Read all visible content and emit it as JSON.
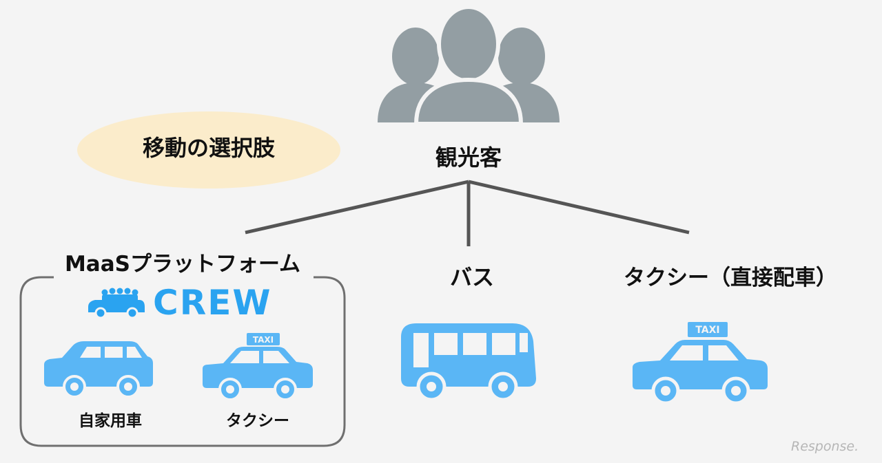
{
  "root": {
    "label": "観光客",
    "icon": "people-group-icon"
  },
  "bubble": {
    "text": "移動の選択肢"
  },
  "options": [
    {
      "label": "MaaSプラットフォーム",
      "brand": "CREW"
    },
    {
      "label": "バス",
      "icon": "bus-icon"
    },
    {
      "label": "タクシー（直接配車）",
      "icon": "taxi-icon",
      "sign": "TAXI"
    }
  ],
  "maas_sub": [
    {
      "label": "自家用車",
      "icon": "car-icon"
    },
    {
      "label": "タクシー",
      "icon": "taxi-icon",
      "sign": "TAXI"
    }
  ],
  "watermark": "Response.",
  "colors": {
    "icon_blue": "#5ab6f5",
    "crew_blue": "#2aa3f0",
    "people_gray": "#939ea3",
    "connector": "#555555",
    "bubble": "#fbeccb"
  }
}
